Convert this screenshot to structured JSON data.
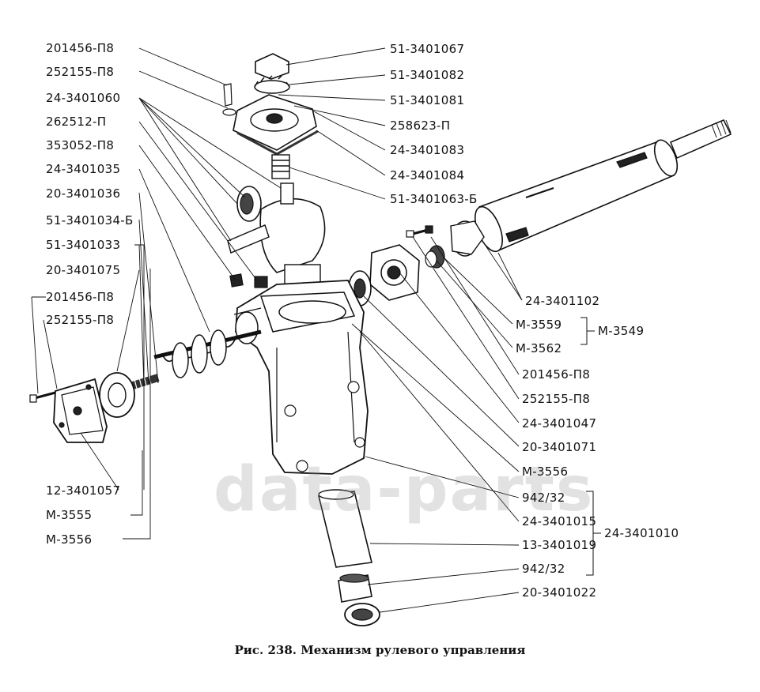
{
  "watermark": "data-parts",
  "caption": "Рис. 238. Механизм рулевого управления",
  "labels_left": [
    "201456-П8",
    "252155-П8",
    "24-3401060",
    "262512-П",
    "353052-П8",
    "24-3401035",
    "20-3401036",
    "51-3401034-Б",
    "51-3401033",
    "20-3401075",
    "201456-П8",
    "252155-П8"
  ],
  "labels_bottom_left": [
    "12-3401057",
    "М-3555",
    "М-3556"
  ],
  "labels_right": [
    "51-3401067",
    "51-3401082",
    "51-3401081",
    "258623-П",
    "24-3401083",
    "24-3401084",
    "51-3401063-Б",
    "24-3401102",
    "М-3559",
    "М-3562",
    "201456-П8",
    "252155-П8",
    "24-3401047",
    "20-3401071",
    "М-3556",
    "942/32",
    "24-3401015",
    "13-3401019",
    "942/32",
    "20-3401022"
  ],
  "group_labels": [
    "М-3549",
    "24-3401010"
  ]
}
